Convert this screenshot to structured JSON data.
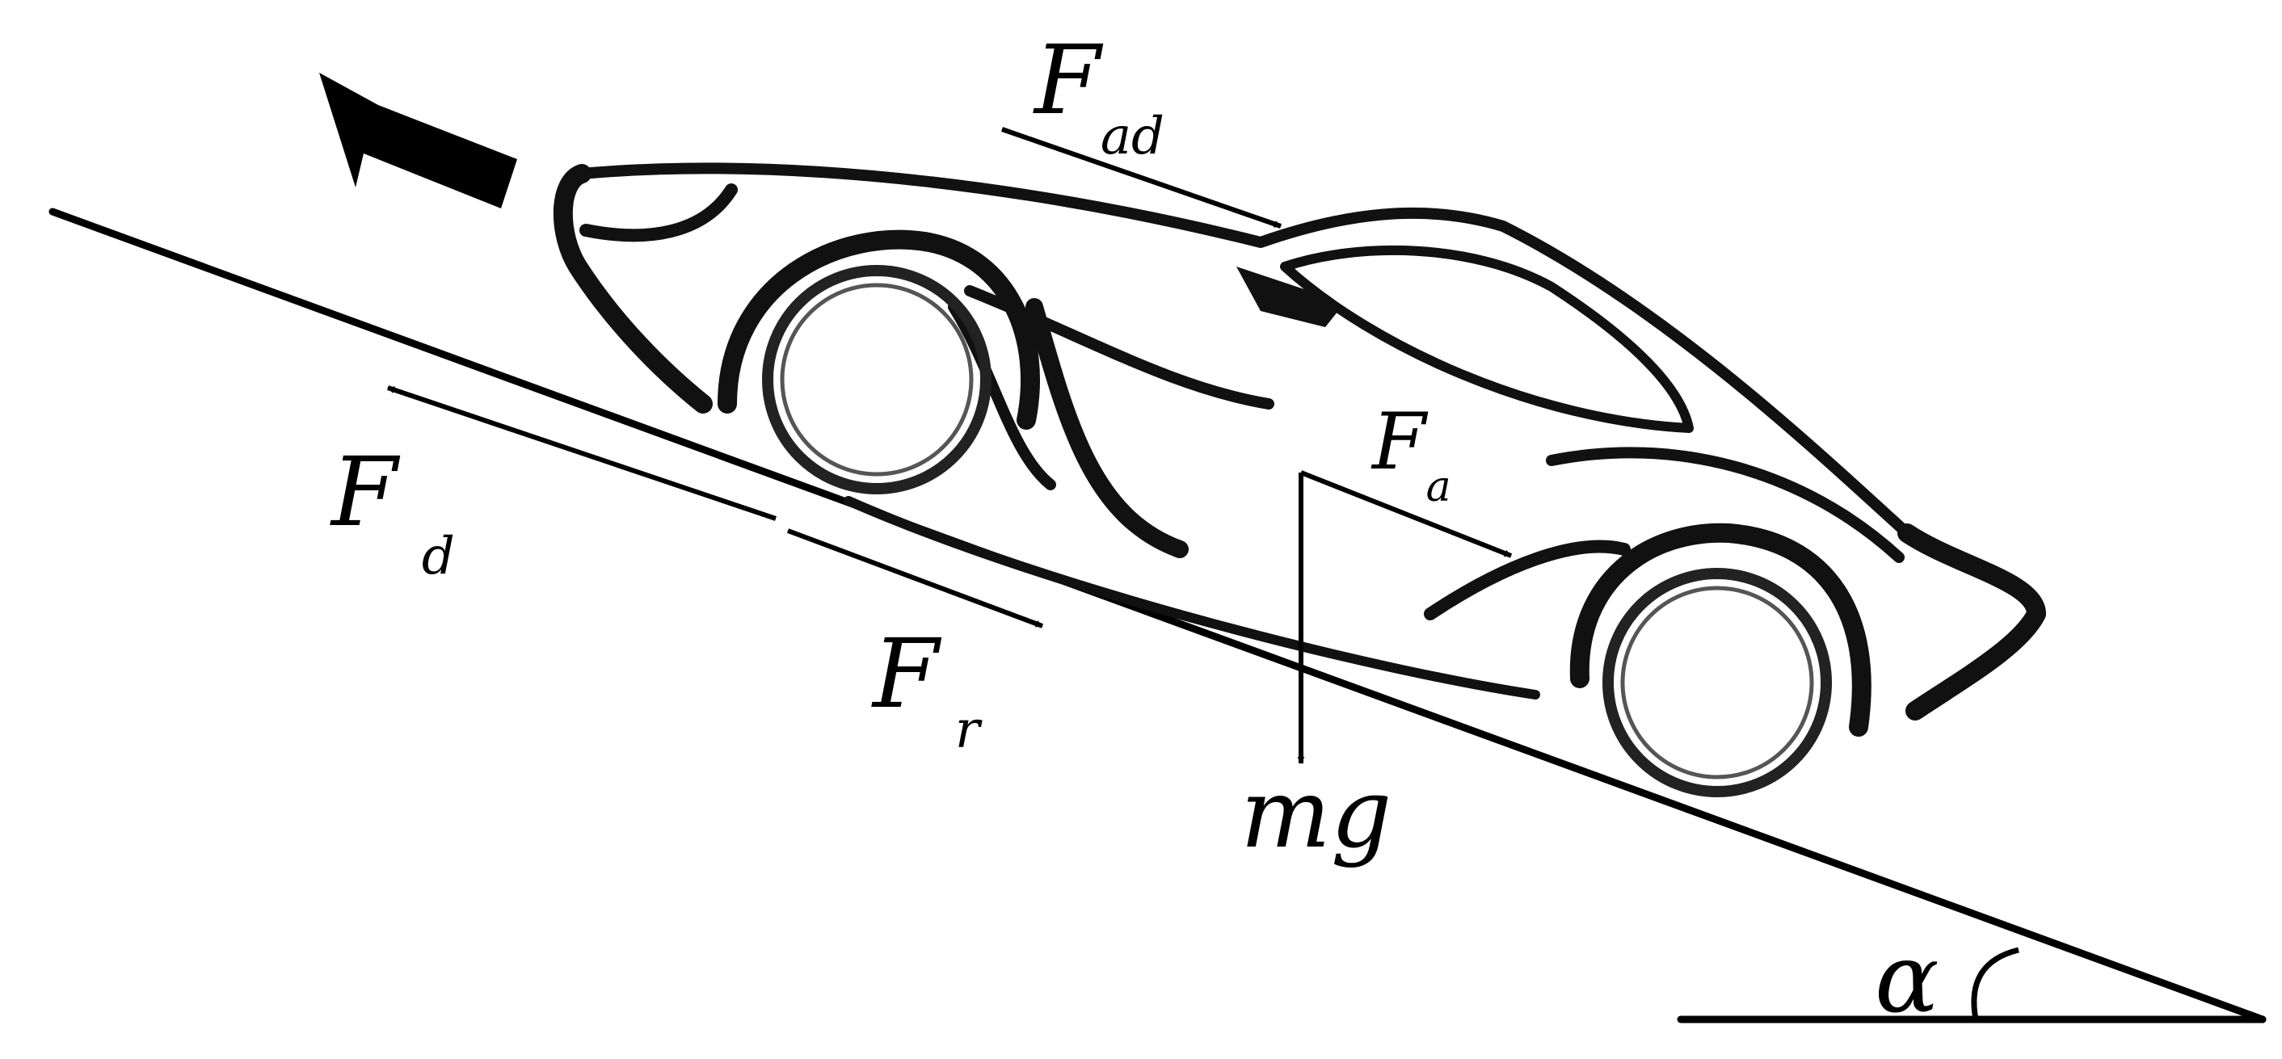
{
  "diagram": {
    "forces": {
      "aerodynamic": {
        "symbol": "F",
        "subscript": "ad"
      },
      "downhill": {
        "symbol": "F",
        "subscript": "d"
      },
      "rolling": {
        "symbol": "F",
        "subscript": "r"
      },
      "acceleration": {
        "symbol": "F",
        "subscript": "a"
      },
      "weight": {
        "symbol": "mg"
      }
    },
    "angle": {
      "symbol": "α"
    },
    "colors": {
      "ink": "#000000",
      "car_stroke": "#111111",
      "background": "#ffffff"
    },
    "icons": {
      "direction": "bold-arrow-left-icon",
      "car": "car-silhouette-icon",
      "angle": "angle-arc-icon"
    }
  }
}
